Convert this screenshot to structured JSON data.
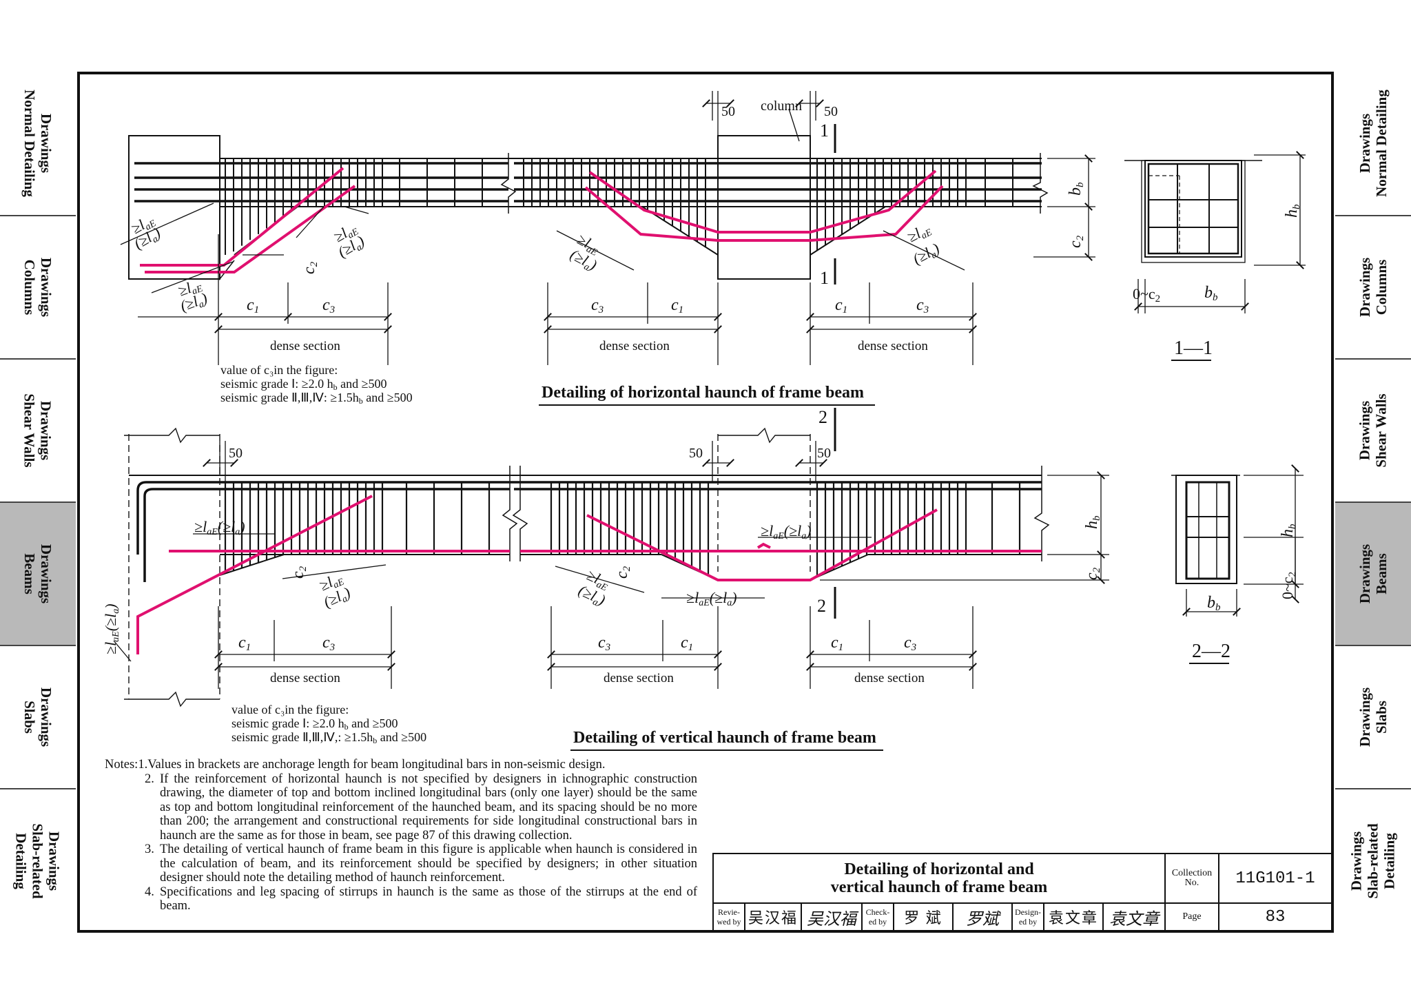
{
  "left_tabs": [
    {
      "label": "Drawings\nNormal Detailing",
      "active": false
    },
    {
      "label": "Drawings\nColumns",
      "active": false
    },
    {
      "label": "Drawings\nShear Walls",
      "active": false
    },
    {
      "label": "Drawings\nBeams",
      "active": true
    },
    {
      "label": "Drawings\nSlabs",
      "active": false
    },
    {
      "label": "Drawings\nSlab-related\nDetailing",
      "active": false
    }
  ],
  "right_tabs": [
    {
      "label": "Drawings\nNormal Detailing",
      "active": false
    },
    {
      "label": "Drawings\nColumns",
      "active": false
    },
    {
      "label": "Drawings\nShear Walls",
      "active": false
    },
    {
      "label": "Drawings\nBeams",
      "active": true
    },
    {
      "label": "Drawings\nSlabs",
      "active": false
    },
    {
      "label": "Drawings\nSlab-related\nDetailing",
      "active": false
    }
  ],
  "colors": {
    "haunch_bar": "#e0106f",
    "line": "#111111",
    "active_tab": "#b9b9b9"
  },
  "top_figure": {
    "title": "Detailing of horizontal haunch of frame beam",
    "column_label": "column",
    "dim_50_left": "50",
    "dim_50_right": "50",
    "section_mark_top": "1",
    "section_mark_bottom": "1",
    "bb": "b",
    "bb_sub": "b",
    "c2": "c",
    "c2_sub": "2",
    "c1": "c",
    "c1_sub": "1",
    "c3": "c",
    "c3_sub": "3",
    "dense_section": "dense section",
    "anchor_label": "≥l",
    "anchor_sub": "aE",
    "anchor_bracket": "(≥l",
    "anchor_bracket_sub": "a",
    "note_line1": "value of c₃in the figure:",
    "note_line2": "seismic grade Ⅰ: ≥2.0 h",
    "note_line2_b": "b",
    "note_line2_c": " and  ≥500",
    "note_line3": "seismic grade Ⅱ,Ⅲ,Ⅳ: ≥1.5h",
    "note_line3_b": "b",
    "note_line3_c": "  and  ≥500"
  },
  "section_1": {
    "label": "1—1",
    "hb": "h",
    "hb_sub": "b",
    "dim_0c2": "0~c",
    "dim_0c2_sub": "2",
    "bb": "b",
    "bb_sub": "b"
  },
  "bottom_figure": {
    "title": "Detailing of vertical haunch of frame beam",
    "dim_50_a": "50",
    "dim_50_b": "50",
    "dim_50_c": "50",
    "section_mark_top": "2",
    "section_mark_bottom": "2",
    "hb": "h",
    "hb_sub": "b",
    "c2": "c",
    "c2_sub": "2",
    "dense_section": "dense section",
    "note_line1": "value of c₃in the figure:",
    "note_line2": "seismic grade Ⅰ: ≥2.0 h",
    "note_line2_b": "b",
    "note_line2_c": " and  ≥500",
    "note_line3": "seismic grade Ⅱ,Ⅲ,Ⅳ,: ≥1.5h",
    "note_line3_b": "b",
    "note_line3_c": "  and  ≥500"
  },
  "section_2": {
    "label": "2—2",
    "hb": "h",
    "hb_sub": "b",
    "dim_0c2": "0~c",
    "dim_0c2_sub": "2",
    "bb": "b",
    "bb_sub": "b"
  },
  "notes": {
    "prefix": "Notes:",
    "items": [
      {
        "num": "1.",
        "text": "Values in brackets are anchorage length for beam longitudinal bars in non-seismic design."
      },
      {
        "num": "2.",
        "text": "If the reinforcement of horizontal haunch is not specified by designers in ichnographic construction drawing, the diameter of top and bottom inclined longitudinal bars (only one layer) should be the same as top and bottom longitudinal reinforcement of the haunched beam, and its spacing should be no more than 200; the arrangement and  constructional requirements for side longitudinal constructional bars in haunch are the same as for those in beam, see page 87 of this drawing collection."
      },
      {
        "num": "3.",
        "text": "The detailing of vertical haunch of frame beam in this figure is applicable when haunch is considered in the calculation of beam, and its reinforcement should be specified by designers; in other situation designer should note the detailing method of haunch reinforcement."
      },
      {
        "num": "4.",
        "text": "Specifications and leg spacing of stirrups in haunch is the same as those of the stirrups at the end of beam."
      }
    ]
  },
  "title_block": {
    "title_line1": "Detailing of horizontal and",
    "title_line2": "vertical haunch of frame beam",
    "collection_label": "Collection\nNo.",
    "collection_no": "11G101-1",
    "page_label": "Page",
    "page_no": "83",
    "reviewed_label": "Revie-\nwed by",
    "reviewed_name": "吴汉福",
    "reviewed_sig": "吴汉福",
    "checked_label": "Check-\ned by",
    "checked_name": "罗  斌",
    "checked_sig": "罗斌",
    "designed_label": "Design-\ned by",
    "designed_name": "袁文章",
    "designed_sig": "袁文章"
  }
}
